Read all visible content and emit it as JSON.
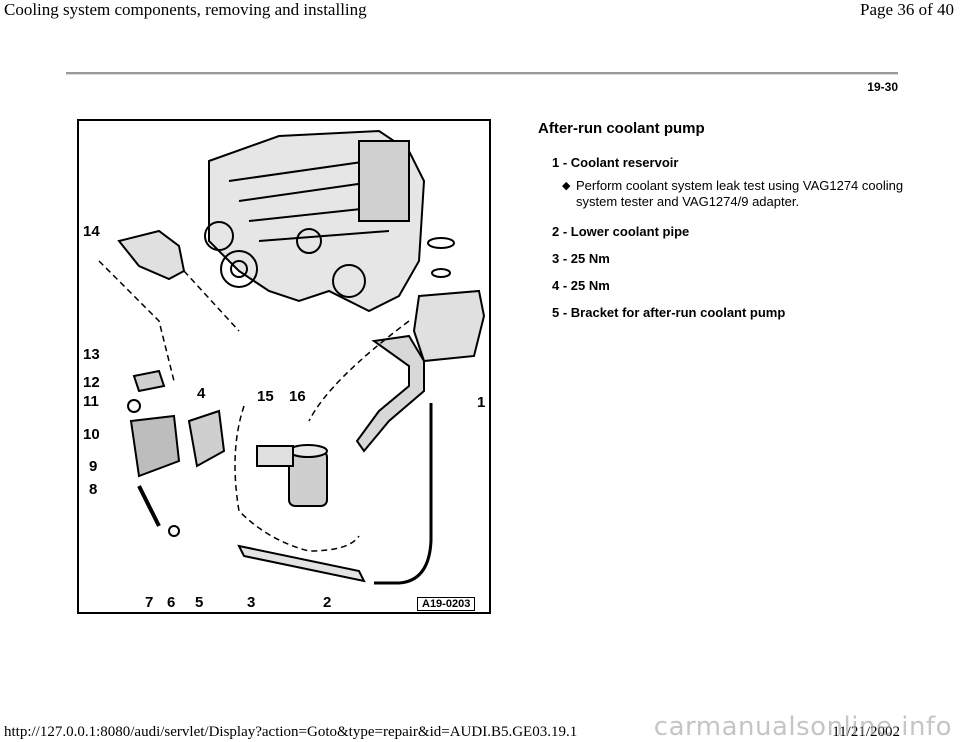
{
  "header": {
    "title": "Cooling system components, removing and installing",
    "page": "Page 36 of 40"
  },
  "section_number": "19-30",
  "figure": {
    "tag": "A19-0203",
    "callouts": [
      "14",
      "13",
      "12",
      "11",
      "10",
      "9",
      "8",
      "7",
      "6",
      "5",
      "4",
      "15",
      "16",
      "3",
      "2",
      "1"
    ]
  },
  "procedure": {
    "title": "After-run coolant pump",
    "items": [
      {
        "label": "1 - Coolant reservoir",
        "sub": "Perform coolant system leak test using VAG1274 cooling system tester and VAG1274/9 adapter."
      },
      {
        "label": "2 - Lower coolant pipe"
      },
      {
        "label": "3 - 25 Nm"
      },
      {
        "label": "4 - 25 Nm"
      },
      {
        "label": "5 - Bracket for after-run coolant pump"
      }
    ],
    "bullet_icon": "diamond-icon"
  },
  "footer": {
    "url": "http://127.0.0.1:8080/audi/servlet/Display?action=Goto&type=repair&id=AUDI.B5.GE03.19.1",
    "date": "11/21/2002",
    "watermark": "carmanualsonline.info"
  }
}
